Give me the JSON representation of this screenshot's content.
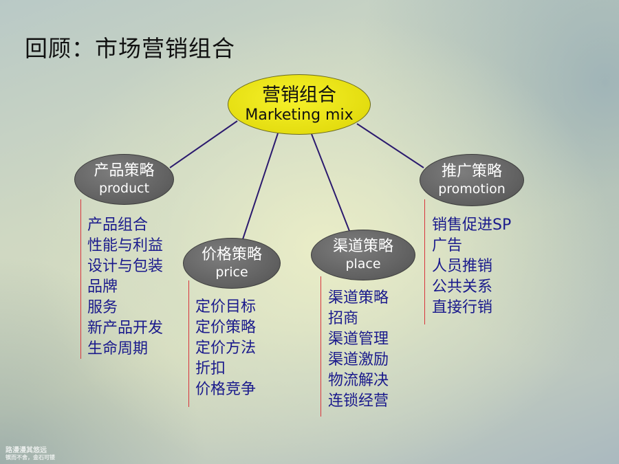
{
  "slide": {
    "title": "回顾：市场营销组合",
    "central": {
      "cn": "营销组合",
      "en": "Marketing mix"
    },
    "strategies": [
      {
        "cn": "产品策略",
        "en": "product",
        "items": [
          "产品组合",
          "性能与利益",
          "设计与包装",
          "品牌",
          "服务",
          "新产品开发",
          "生命周期"
        ]
      },
      {
        "cn": "价格策略",
        "en": "price",
        "items": [
          "定价目标",
          "定价策略",
          "定价方法",
          "折扣",
          "价格竞争"
        ]
      },
      {
        "cn": "渠道策略",
        "en": "place",
        "items": [
          "渠道策略",
          "招商",
          "渠道管理",
          "渠道激励",
          "物流解决",
          "连锁经营"
        ]
      },
      {
        "cn": "推广策略",
        "en": "promotion",
        "items": [
          "销售促进SP",
          "广告",
          "人员推销",
          "公共关系",
          "直接行销"
        ]
      }
    ],
    "footer": {
      "line1": "路漫漫其悠远",
      "line2": "锲而不舍，金石可镂"
    }
  },
  "colors": {
    "central_fill": "#e8e112",
    "strategy_fill": "#666666",
    "list_text": "#1a1a8c",
    "rule": "#d8323a",
    "connector": "#2b1a6e"
  }
}
